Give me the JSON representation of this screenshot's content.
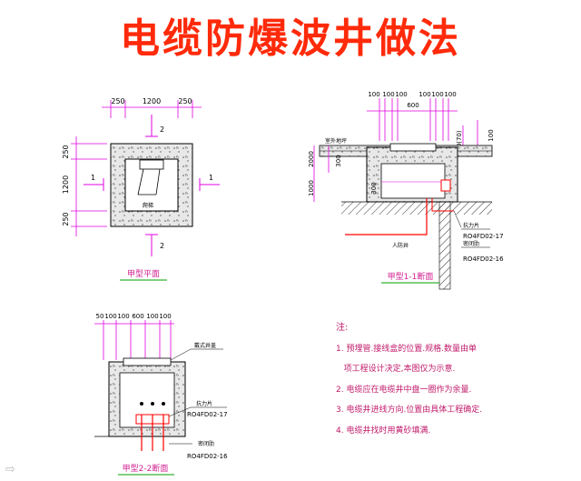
{
  "title": "电缆防爆波井做法",
  "plan": {
    "caption": "甲型平面",
    "dims_top": [
      "250",
      "1200",
      "250"
    ],
    "dims_left": [
      "250",
      "1200",
      "250"
    ],
    "section_marks": [
      "1",
      "1",
      "2",
      "2"
    ],
    "ladder_label": "爬梯"
  },
  "section11": {
    "caption": "甲型1-1断面",
    "dims_top": [
      "100",
      "100",
      "100",
      "100",
      "100",
      "100",
      "600"
    ],
    "dims_right": [
      "50(70)",
      "100"
    ],
    "dims_left": [
      "2000",
      "300",
      "1000"
    ],
    "dim_inner": "300",
    "labels": {
      "ground": "室外地坪",
      "pipe": "人防井",
      "wall_plate": "抗力片",
      "seal": "密闭肋",
      "ref1": "RO4FD02-17",
      "ref2": "RO4FD02-16"
    }
  },
  "section22": {
    "caption": "甲型2-2断面",
    "dims_top": [
      "50",
      "100",
      "100",
      "600",
      "100",
      "100"
    ],
    "labels": {
      "cover": "戴式井盖",
      "wall_plate": "抗力片",
      "seal": "密闭肋",
      "ref1": "RO4FD02-17",
      "ref2": "RO4FD02-16"
    }
  },
  "notes": {
    "heading": "注:",
    "items": [
      "1. 预埋管.接线盒的位置.规格.数量由单",
      "   项工程设计决定,本图仅为示意.",
      "2. 电缆应在电缆井中盘一圈作为余量.",
      "3. 电缆井进线方向.位置由具体工程确定.",
      "4. 电缆井找时用黄砂填满."
    ]
  },
  "corner_icon": "arrow-right-icon",
  "colors": {
    "title": "#ff2a0a",
    "dimension": "#e000e0",
    "annotation": "#c01a6a",
    "caption": "#d02090",
    "pipe_red": "#ff0000",
    "hatch": "#333333"
  }
}
